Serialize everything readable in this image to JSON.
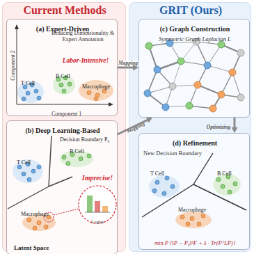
{
  "diagram": {
    "nodes": [
      {
        "text": [
          "Current Methods"
        ]
      },
      {
        "text": [
          "(a) Expert-Driven",
          "Reducing Dimensionality & Expert Annotation",
          "Labor-Intensive!"
        ],
        "in": 0
      },
      {
        "text": [
          "(b) Deep Learning-Based",
          "Imprecise!",
          "Latent Space"
        ],
        "in": 0
      },
      {
        "text": [
          "GRIT (Ours)"
        ]
      },
      {
        "text": [
          "(c) Graph Construction",
          "Symmetric Graph Laplacian L"
        ],
        "in": 3
      },
      {
        "text": [
          "(d) Refinement",
          "New Decision Boundary",
          "min P {‖P − P₀‖²F + λ · Tr(PᵀLP)}"
        ],
        "in": 3
      }
    ],
    "edges": [
      {
        "from": 1,
        "to": 4,
        "label": "Mapping",
        "arrow": "to"
      },
      {
        "from": 2,
        "to": 4,
        "label": "Mapping",
        "arrow": "to"
      },
      {
        "from": 4,
        "to": 5,
        "label": "Optimizing",
        "arrow": "to"
      }
    ],
    "labels": [
      "Component 2",
      "Component 1",
      "T Cell",
      "B Cell",
      "Macrophage",
      "Decision Boundary P₀",
      "T Cell",
      "B Cell",
      "Macrophage",
      "Logits",
      "T Cell",
      "B Cell",
      "Macrophage"
    ]
  }
}
